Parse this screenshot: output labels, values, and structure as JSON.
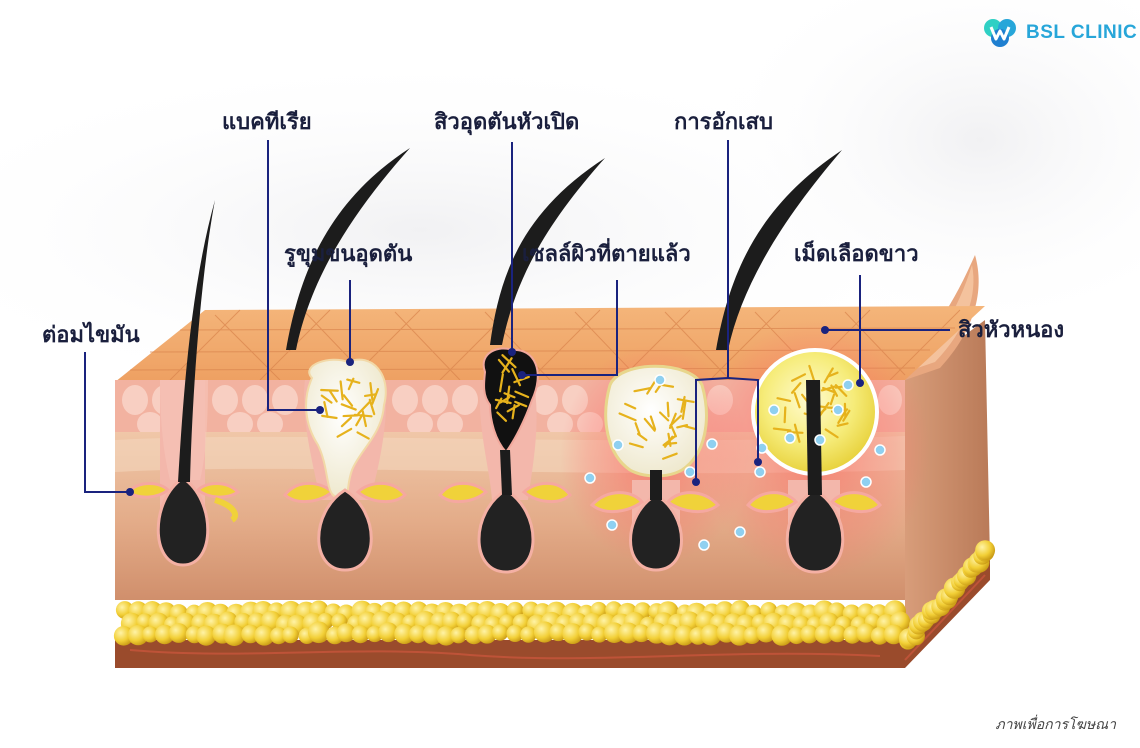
{
  "brand": {
    "name": "BSL CLINIC",
    "logo_icon": "bsl-clinic-logo-icon"
  },
  "labels": {
    "sebaceous_gland": "ต่อมไขมัน",
    "bacteria": "แบคทีเรีย",
    "clogged_pore": "รูขุมขนอุดตัน",
    "blackhead": "สิวอุดตันหัวเปิด",
    "dead_skin_cells": "เซลล์ผิวที่ตายแล้ว",
    "inflammation": "การอักเสบ",
    "white_blood_cells": "เม็ดเลือดขาว",
    "pustule": "สิวหัวหนอง"
  },
  "caption": "ภาพเพื่อการโฆษณา",
  "colors": {
    "label_text": "#1a1f3d",
    "leader_line": "#1a237e",
    "brand": "#27a6d9",
    "epidermis": "#f2a96b",
    "dermis": "#e6b08d",
    "fat": "#f0c93a",
    "muscle": "#9a4b2c",
    "hair": "#1c1c1c",
    "inflammation_glow": "#ff5a5a",
    "white_blood_cell": "#8fd0f0"
  }
}
